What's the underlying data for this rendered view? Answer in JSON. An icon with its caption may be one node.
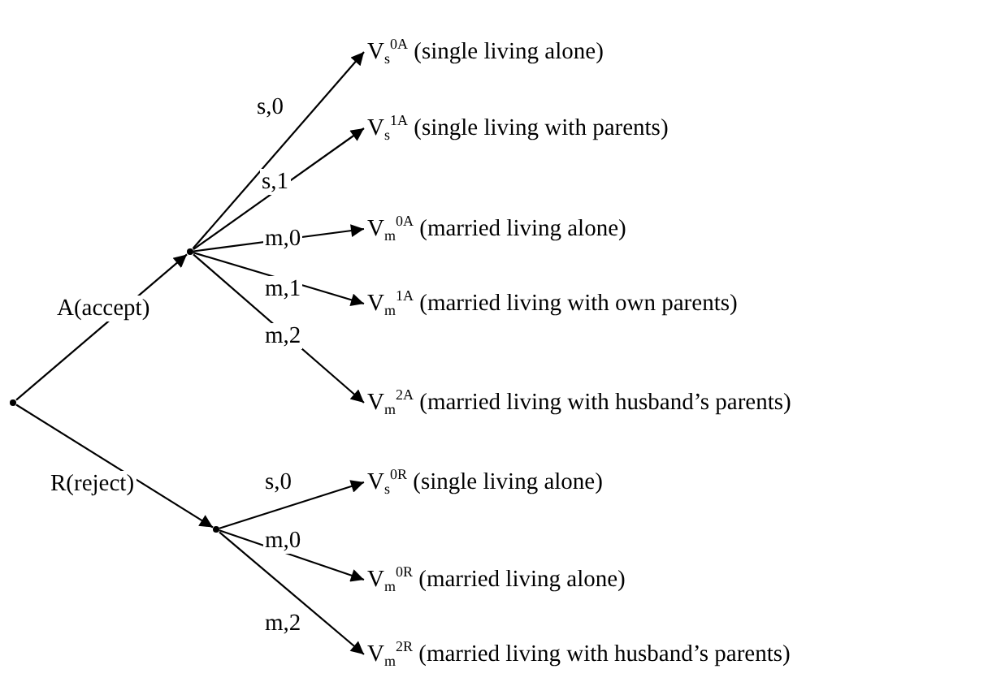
{
  "diagram": {
    "nodes": [
      {
        "text": [],
        "shape": "point"
      },
      {
        "text": [],
        "shape": "point"
      },
      {
        "text": [],
        "shape": "point"
      },
      {
        "text": [
          "V$_{s}$$^{0A}$ (single living alone)"
        ]
      },
      {
        "text": [
          "V$_{s}$$^{1A}$ (single living with parents)"
        ]
      },
      {
        "text": [
          "V$_{m}$$^{0A}$ (married living alone)"
        ]
      },
      {
        "text": [
          "V$_{m}$$^{1A}$ (married living with own parents)"
        ]
      },
      {
        "text": [
          "V$_{m}$$^{2A}$ (married living with husband’s parents)"
        ]
      },
      {
        "text": [
          "V$_{s}$$^{0R}$ (single living alone)"
        ]
      },
      {
        "text": [
          "V$_{m}$$^{0R}$ (married living alone)"
        ]
      },
      {
        "text": [
          "V$_{m}$$^{2R}$ (married living with husband’s parents)"
        ]
      }
    ],
    "edges": [
      {
        "from": 0,
        "to": 1,
        "arrow": "to",
        "label": "A(accept)"
      },
      {
        "from": 0,
        "to": 2,
        "arrow": "to",
        "label": "R(reject)"
      },
      {
        "from": 1,
        "to": 3,
        "arrow": "to",
        "label": "s,0"
      },
      {
        "from": 1,
        "to": 4,
        "arrow": "to",
        "label": "s,1"
      },
      {
        "from": 1,
        "to": 5,
        "arrow": "to",
        "label": "m,0"
      },
      {
        "from": 1,
        "to": 6,
        "arrow": "to",
        "label": "m,1"
      },
      {
        "from": 1,
        "to": 7,
        "arrow": "to",
        "label": "m,2"
      },
      {
        "from": 2,
        "to": 8,
        "arrow": "to",
        "label": "s,0"
      },
      {
        "from": 2,
        "to": 9,
        "arrow": "to",
        "label": "m,0"
      },
      {
        "from": 2,
        "to": 10,
        "arrow": "to",
        "label": "m,2"
      }
    ]
  }
}
